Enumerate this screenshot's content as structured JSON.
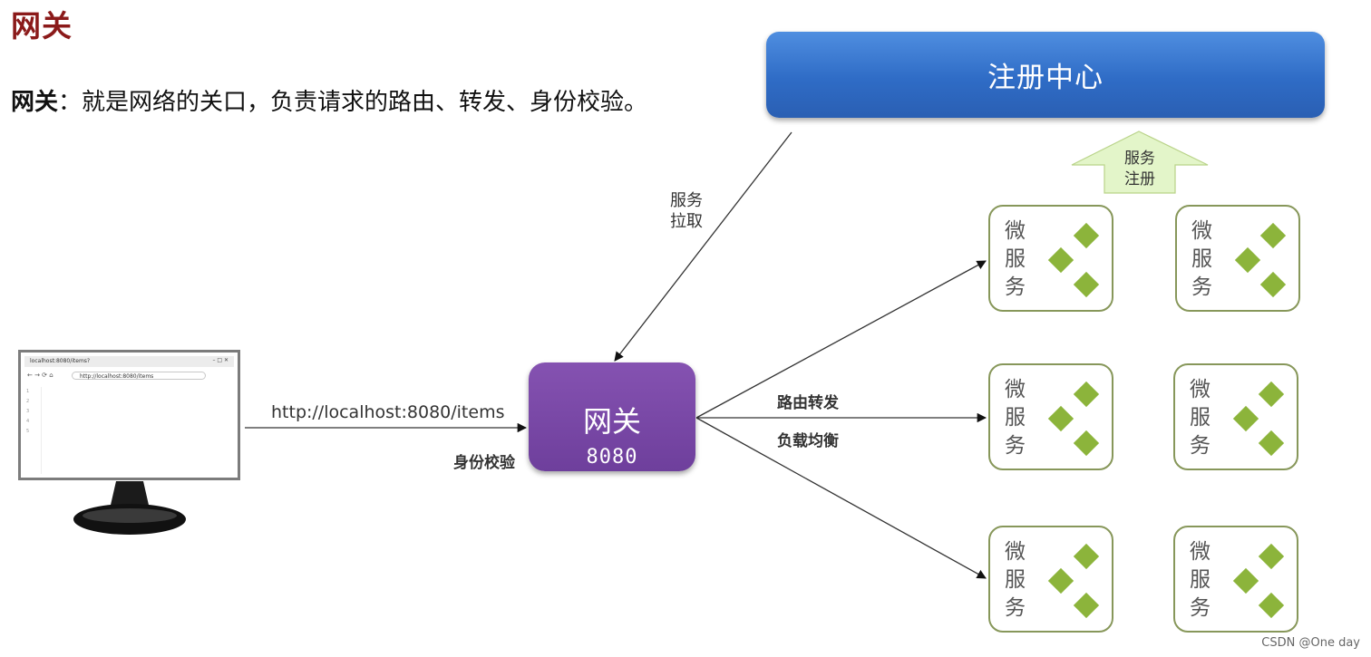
{
  "title": "网关",
  "definition": {
    "term": "网关",
    "text": "：就是网络的关口，负责请求的路由、转发、身份校验。"
  },
  "registry": {
    "label": "注册中心"
  },
  "register_arrow": {
    "line1": "服务",
    "line2": "注册"
  },
  "pull_label": {
    "line1": "服务",
    "line2": "拉取"
  },
  "gateway": {
    "name": "网关",
    "port": "8080"
  },
  "request_url": "http://localhost:8080/items",
  "auth_label": "身份校验",
  "routing_label": "路由转发",
  "lb_label": "负载均衡",
  "services": [
    {
      "l1": "微",
      "l2": "服",
      "l3": "务"
    },
    {
      "l1": "微",
      "l2": "服",
      "l3": "务"
    },
    {
      "l1": "微",
      "l2": "服",
      "l3": "务"
    },
    {
      "l1": "微",
      "l2": "服",
      "l3": "务"
    },
    {
      "l1": "微",
      "l2": "服",
      "l3": "务"
    },
    {
      "l1": "微",
      "l2": "服",
      "l3": "务"
    }
  ],
  "browser": {
    "tab_title": "localhost:8080/items?",
    "address": "http://localhost:8080/items",
    "line_numbers": "1\n2\n3\n4\n5"
  },
  "watermark": "CSDN @One day"
}
